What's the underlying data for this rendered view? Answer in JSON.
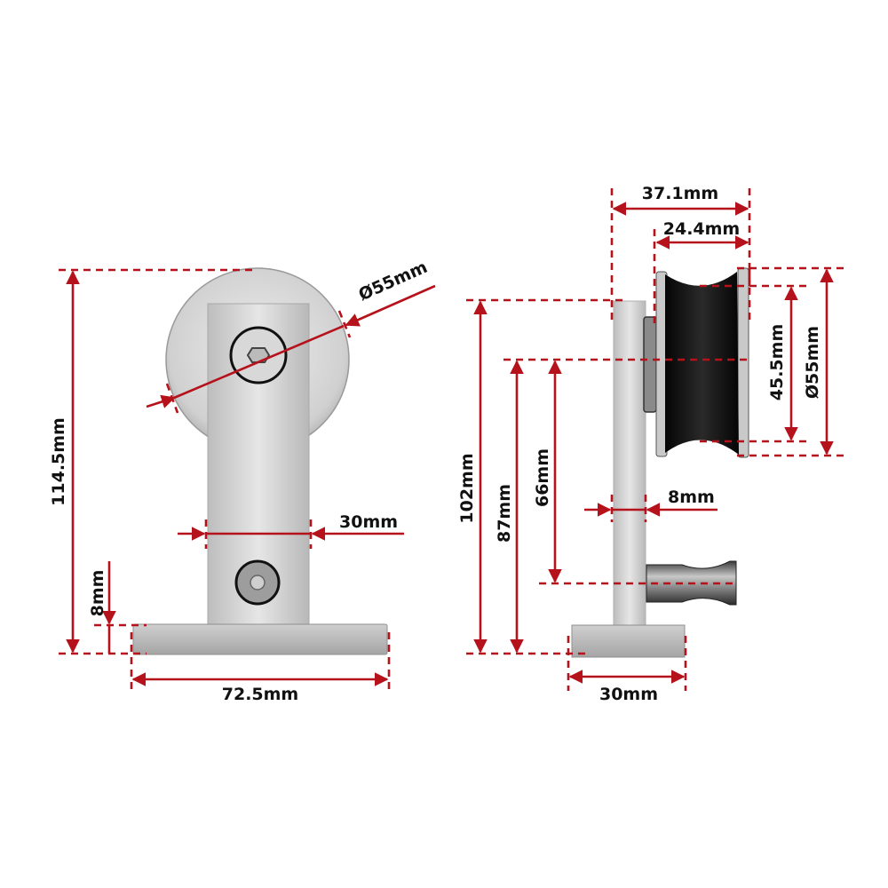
{
  "colors": {
    "dimension_line": "#b5121b",
    "steel_light": "#e4e4e4",
    "steel_mid": "#c2c2c2",
    "steel_dark": "#9a9a9a",
    "wheel_black": "#101010",
    "background": "#ffffff"
  },
  "front_view": {
    "overall_height": "114.5mm",
    "wheel_diameter": "Ø55mm",
    "bracket_width": "30mm",
    "base_thickness": "8mm",
    "base_length": "72.5mm"
  },
  "side_view": {
    "overall_width": "37.1mm",
    "wheel_width": "24.4mm",
    "groove_diameter": "45.5mm",
    "wheel_diameter": "Ø55mm",
    "bracket_height": "102mm",
    "axle_height": "87mm",
    "axle_to_pin": "66mm",
    "plate_thickness": "8mm",
    "base_width": "30mm"
  }
}
